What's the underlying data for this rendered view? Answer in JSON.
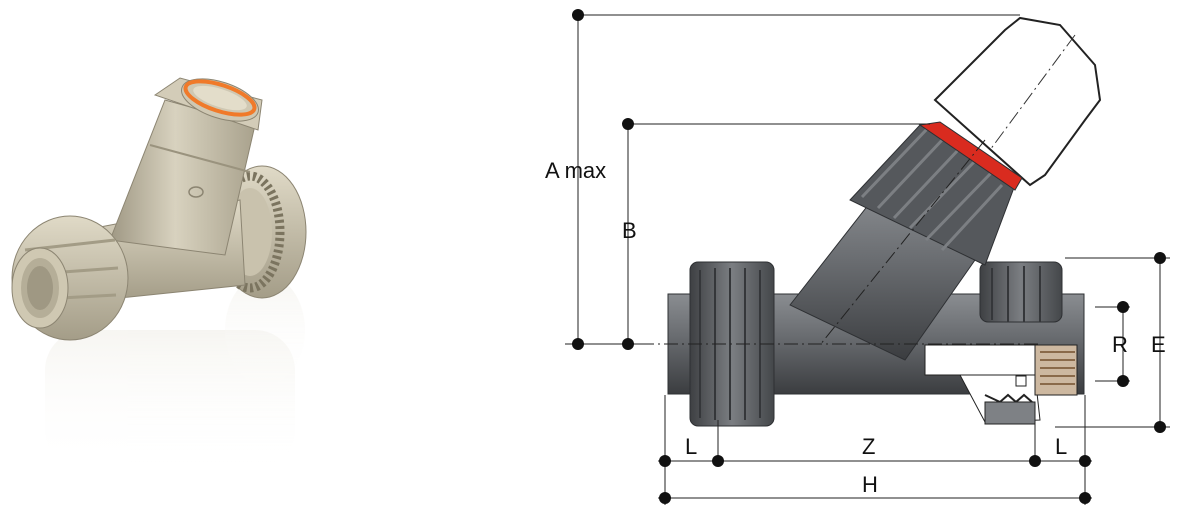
{
  "figure": {
    "left_panel": {
      "image": "ball-check-valve-photo",
      "accent_color": "#f07a2a",
      "body_color": "#b9b29a"
    },
    "right_panel": {
      "image": "valve-dimension-drawing",
      "accent_color": "#d92b1f",
      "body_color": "#5c5f63"
    }
  },
  "dimensions": {
    "a_max": "A max",
    "b": "B",
    "r": "R",
    "e": "E",
    "l_left": "L",
    "z": "Z",
    "l_right": "L",
    "h": "H"
  }
}
